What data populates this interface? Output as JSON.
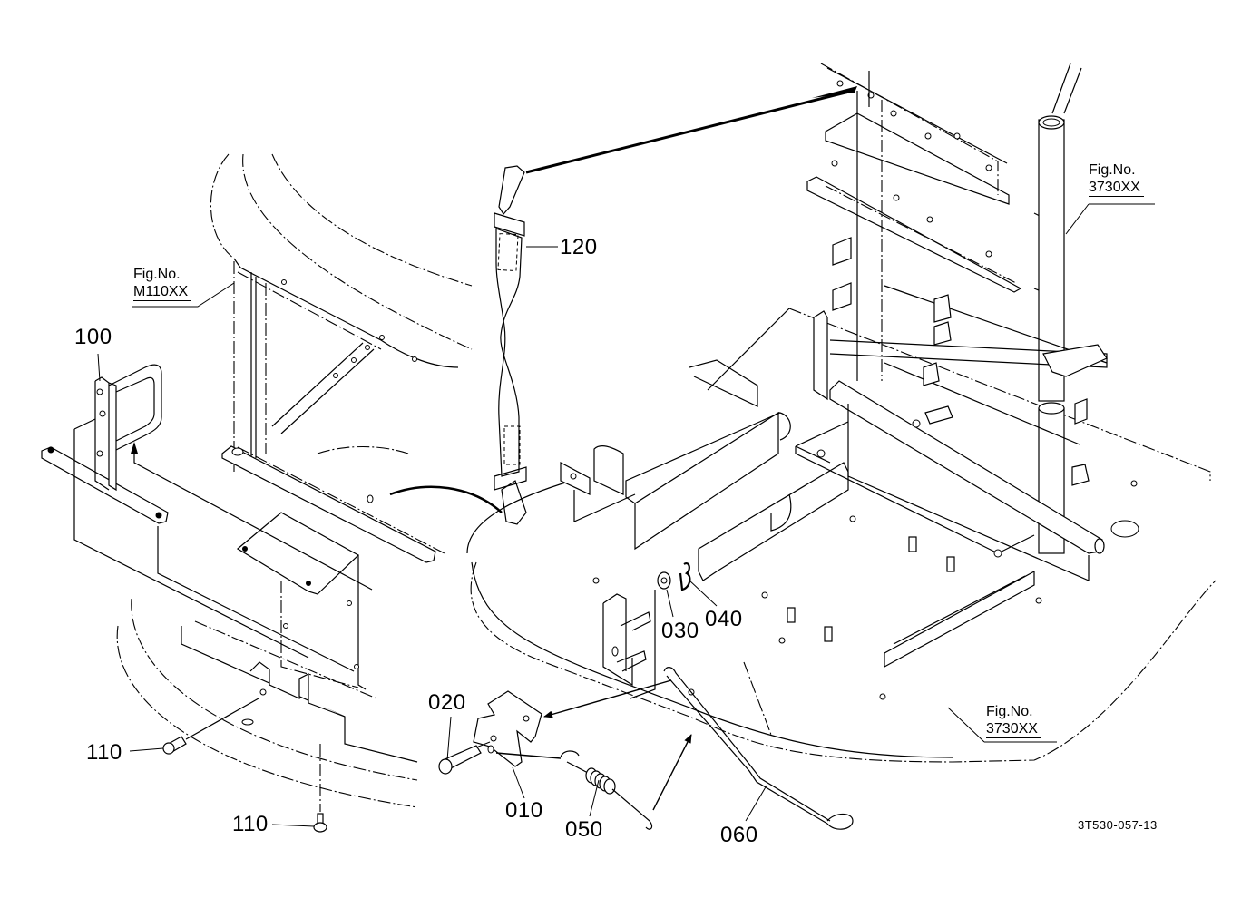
{
  "diagram": {
    "type": "exploded-parts-view",
    "document_id": "3T530-057-13",
    "figure_references": [
      {
        "id": "figref-m110xx",
        "prefix": "Fig.No.",
        "code": "M110XX"
      },
      {
        "id": "figref-3730xx-top",
        "prefix": "Fig.No.",
        "code": "3730XX"
      },
      {
        "id": "figref-3730xx-bottom",
        "prefix": "Fig.No.",
        "code": "3730XX"
      }
    ],
    "callouts": [
      {
        "part": "010",
        "description": "latch plate"
      },
      {
        "part": "020",
        "description": "pin"
      },
      {
        "part": "030",
        "description": "washer"
      },
      {
        "part": "040",
        "description": "cotter pin"
      },
      {
        "part": "050",
        "description": "tension spring"
      },
      {
        "part": "060",
        "description": "release rod"
      },
      {
        "part": "100",
        "description": "handle bracket"
      },
      {
        "part": "110",
        "description": "bolt"
      },
      {
        "part": "110",
        "description": "bolt"
      },
      {
        "part": "120",
        "description": "strap"
      }
    ]
  }
}
